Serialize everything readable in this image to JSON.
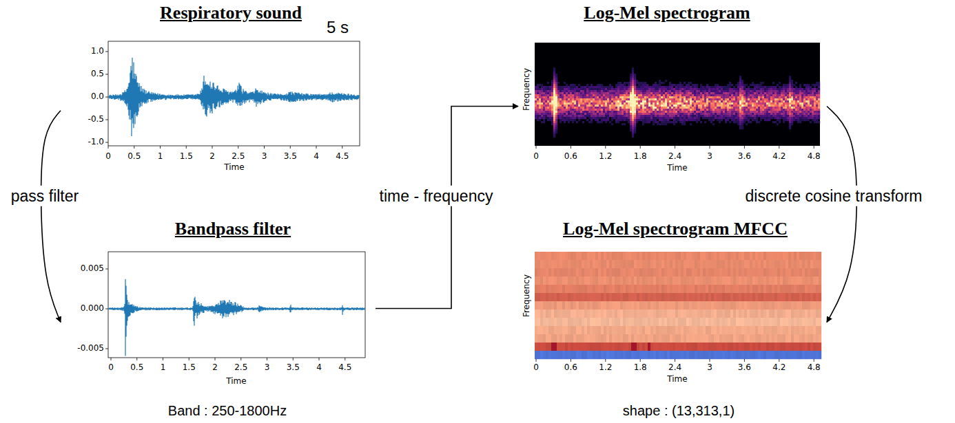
{
  "diagram": {
    "nodes": [
      {
        "text": [
          "Respiratory sound"
        ]
      },
      {
        "text": [
          "Bandpass filter"
        ]
      },
      {
        "text": [
          "Log-Mel spectrogram"
        ]
      },
      {
        "text": [
          "Log-Mel spectrogram MFCC"
        ]
      }
    ],
    "edges": [
      {
        "from": 0,
        "to": 1,
        "arrow": "to",
        "label": "pass filter"
      },
      {
        "from": 1,
        "to": 2,
        "arrow": "to",
        "label": "time - frequency"
      },
      {
        "from": 2,
        "to": 3,
        "arrow": "to",
        "label": "discrete cosine transform"
      }
    ],
    "labels": [
      "5 s",
      "1.0",
      "0.5",
      "0.0",
      "-0.5",
      "-1.0",
      "0",
      "0.5",
      "1",
      "1.5",
      "2",
      "2.5",
      "3",
      "3.5",
      "4",
      "4.5",
      "Time",
      "0.005",
      "0.000",
      "-0.005",
      "0",
      "0.5",
      "1",
      "1.5",
      "2",
      "2.5",
      "3",
      "3.5",
      "4",
      "4.5",
      "Time",
      "Band : 250-1800Hz",
      "Frequency",
      "0",
      "0.6",
      "1.2",
      "1.8",
      "2.4",
      "3",
      "3.6",
      "4.2",
      "4.8",
      "Time",
      "Frequency",
      "0",
      "0.6",
      "1.2",
      "1.8",
      "2.4",
      "3",
      "3.6",
      "4.2",
      "4.8",
      "Time",
      "shape : (13,313,1)"
    ]
  }
}
